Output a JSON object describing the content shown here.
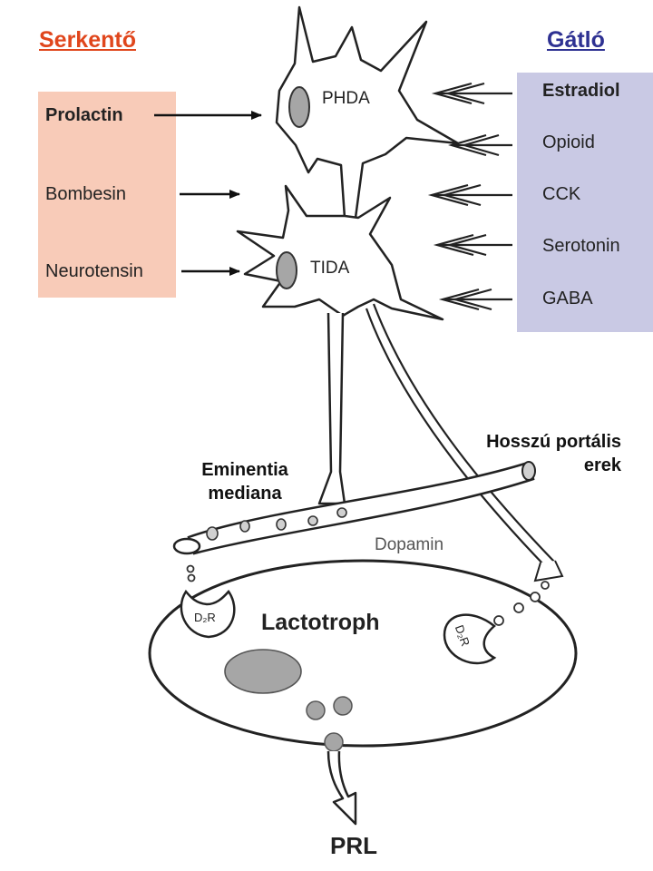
{
  "headings": {
    "stimulatory": "Serkentő",
    "inhibitory": "Gátló"
  },
  "stimulatory_items": [
    "Prolactin",
    "Bombesin",
    "Neurotensin"
  ],
  "inhibitory_items": [
    "Estradiol",
    "Opioid",
    "CCK",
    "Serotonin",
    "GABA"
  ],
  "neurons": {
    "phda": "PHDA",
    "tida": "TIDA"
  },
  "labels": {
    "eminentia_line1": "Eminentia",
    "eminentia_line2": "mediana",
    "portal_line1": "Hosszú portális",
    "portal_line2": "erek",
    "dopamine": "Dopamin",
    "cell": "Lactotroph",
    "receptor": "D₂R",
    "output": "PRL"
  },
  "colors": {
    "stimulatory_heading": "#e0461c",
    "inhibitory_heading": "#2e3192",
    "stimulatory_box": "#f8cbb8",
    "inhibitory_box": "#c9c9e4"
  }
}
